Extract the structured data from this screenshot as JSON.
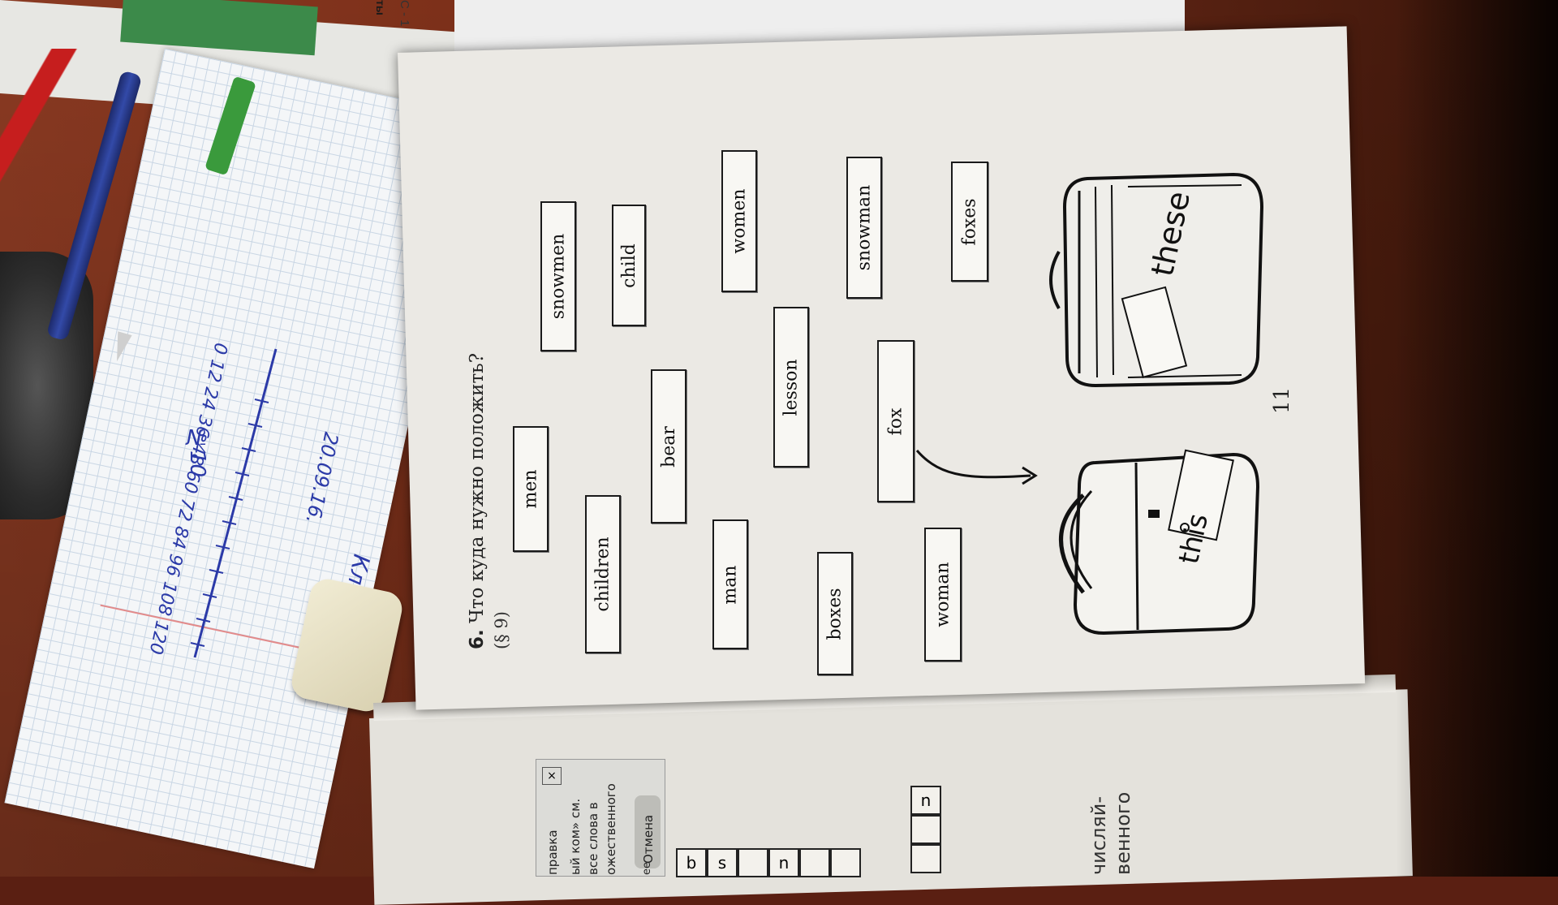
{
  "task": {
    "number": "6.",
    "question": "Что куда нужно положить?",
    "reference": "(§ 9)"
  },
  "word_cards": [
    {
      "word": "men"
    },
    {
      "word": "snowmen"
    },
    {
      "word": "children"
    },
    {
      "word": "child"
    },
    {
      "word": "bear"
    },
    {
      "word": "man"
    },
    {
      "word": "women"
    },
    {
      "word": "lesson"
    },
    {
      "word": "boxes"
    },
    {
      "word": "fox"
    },
    {
      "word": "snowman"
    },
    {
      "word": "woman"
    },
    {
      "word": "foxes"
    }
  ],
  "bags": {
    "left_tag": "this",
    "right_tag": "these"
  },
  "page_number": "11",
  "notebook": {
    "title": "№10",
    "number_line": "0 12 24 36 48 60 72 84 96 108 120",
    "date": "20.09.16.",
    "word": "Классная"
  },
  "top_labels": {
    "c1": "С - 1",
    "ty": "ты"
  },
  "left_page": {
    "dialog_title": "правка",
    "dialog_line1": "ый ком» см.",
    "dialog_line2": "все слова в",
    "dialog_line3": "ожественного",
    "dialog_button_left": "ее",
    "dialog_button_cancel": "Отмена",
    "close_symbol": "×",
    "text_line1": "числяй-",
    "text_line2": "венного",
    "crossword_letters": [
      "b",
      "s",
      "n",
      "n"
    ]
  }
}
